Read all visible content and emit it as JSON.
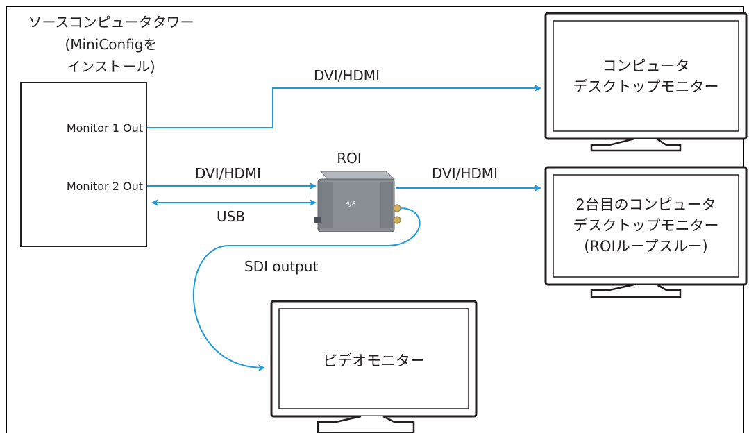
{
  "source": {
    "title_lines": [
      "ソースコンピュータタワー",
      "(MiniConfigを",
      "インストール)"
    ],
    "port_1": "Monitor 1 Out",
    "port_2": "Monitor 2 Out"
  },
  "connections": {
    "to_desktop_monitor": "DVI/HDMI",
    "to_roi_video": "DVI/HDMI",
    "usb": "USB",
    "roi_to_second_monitor": "DVI/HDMI",
    "sdi": "SDI output"
  },
  "device": {
    "label": "ROI",
    "brand": "AJA"
  },
  "monitors": {
    "desktop": "コンピュータ\nデスクトップモニター",
    "second": "2台目のコンピュータ\nデスクトップモニター\n(ROIループスルー)",
    "video": "ビデオモニター"
  },
  "colors": {
    "arrow": "#1f9ad6",
    "outline": "#231f20",
    "device_body": "#8a8f96",
    "device_top": "#b4b9bf"
  }
}
